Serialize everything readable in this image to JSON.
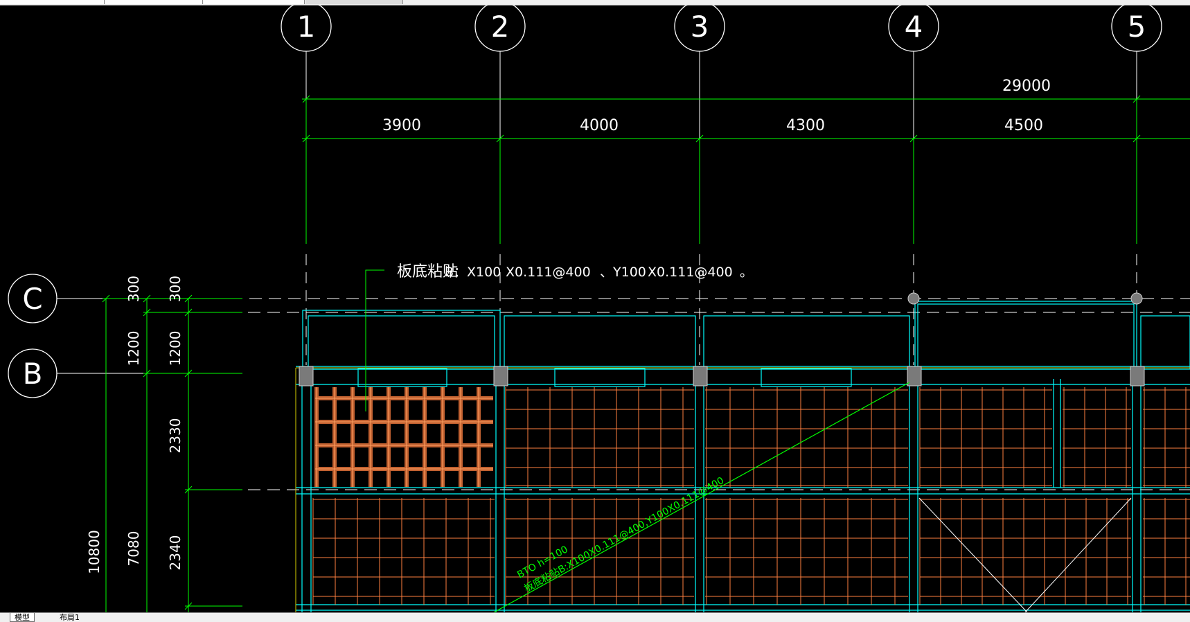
{
  "colors": {
    "background": "#000000",
    "grid": "#ffffff",
    "dimension": "#00ff00",
    "beam": "#00ffff",
    "rebar": "#ff8040",
    "column": "#b0b0b0"
  },
  "axes": {
    "columns": [
      "1",
      "2",
      "3",
      "4",
      "5"
    ],
    "rows": [
      "C",
      "B"
    ]
  },
  "dimensions": {
    "top_total": "29000",
    "top_spans": [
      "3900",
      "4000",
      "4300",
      "4500"
    ],
    "left_inner": [
      "300",
      "1200",
      "2330",
      "2340"
    ],
    "left_mid": [
      "300",
      "1200",
      "7080"
    ],
    "left_total": "10800"
  },
  "annotations": {
    "callout_label": "板底粘贴",
    "callout_spec_1": "B：X100",
    "callout_spec_2": "X0.111@400",
    "callout_sep": "、Y100",
    "callout_spec_3": "X0.111@400",
    "callout_end": "。",
    "diag_line1": "BTO h=100",
    "diag_line2": "板底粘贴B:X100X0.111@400,Y100X0.111@400"
  },
  "tabs": {
    "model": "模型",
    "layout1": "布局1"
  }
}
